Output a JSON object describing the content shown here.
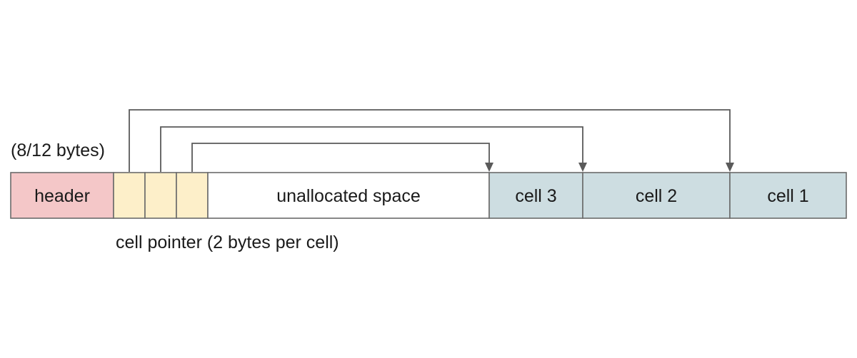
{
  "annotations": {
    "header_size": "(8/12 bytes)",
    "cell_pointer_caption": "cell pointer (2 bytes per cell)"
  },
  "segments": {
    "header": {
      "label": "header",
      "color": "#f4c7c8"
    },
    "pointer_1": {
      "label": "",
      "color": "#fdefc9"
    },
    "pointer_2": {
      "label": "",
      "color": "#fdefc9"
    },
    "pointer_3": {
      "label": "",
      "color": "#fdefc9"
    },
    "unallocated": {
      "label": "unallocated space",
      "color": "#ffffff"
    },
    "cell_3": {
      "label": "cell 3",
      "color": "#cddde1"
    },
    "cell_2": {
      "label": "cell 2",
      "color": "#cddde1"
    },
    "cell_1": {
      "label": "cell 1",
      "color": "#cddde1"
    }
  },
  "pointers": [
    {
      "from": "pointer_1",
      "to": "cell_1"
    },
    {
      "from": "pointer_2",
      "to": "cell_2"
    },
    {
      "from": "pointer_3",
      "to": "cell_3"
    }
  ],
  "colors": {
    "border": "#6b6b6b",
    "arrow": "#5a5a5a"
  }
}
